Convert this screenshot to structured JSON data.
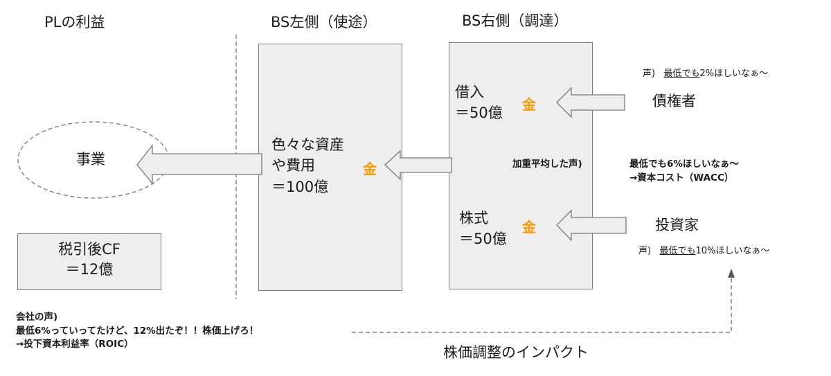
{
  "headings": {
    "pl": "PLの利益",
    "bs_left": "BS左側（使途）",
    "bs_right": "BS右側（調達）"
  },
  "business": {
    "label": "事業"
  },
  "after_tax_cf": {
    "line1": "税引後CF",
    "line2": "＝12億"
  },
  "assets": {
    "line1": "色々な資産",
    "line2": "や費用",
    "line3": "＝100億"
  },
  "money_icon": "金",
  "debt": {
    "line1": "借入",
    "line2": "＝50億"
  },
  "equity": {
    "line1": "株式",
    "line2": "＝50億"
  },
  "creditor": {
    "label": "債権者",
    "voice_prefix": "声)",
    "voice_underlined": "最低でも",
    "voice_rest": "2%ほしいなぁ～"
  },
  "investor": {
    "label": "投資家",
    "voice_prefix": "声)",
    "voice_underlined": "最低でも",
    "voice_rest": "10%ほしいなぁ～"
  },
  "weighted": {
    "label": "加重平均した声)",
    "line1": "最低でも6%ほしいなぁ～",
    "line2": "→資本コスト（WACC）"
  },
  "company_voice": {
    "line1": "会社の声)",
    "line2": "最低6%っていってたけど、12%出たぞ！！株価上げろ！",
    "line3": "→投下資本利益率（ROIC）"
  },
  "impact_label": "株価調整のインパクト",
  "colors": {
    "money": "#ff9900",
    "box_fill": "#eeeeee",
    "border": "#7a7a7a",
    "dash": "#666666"
  }
}
